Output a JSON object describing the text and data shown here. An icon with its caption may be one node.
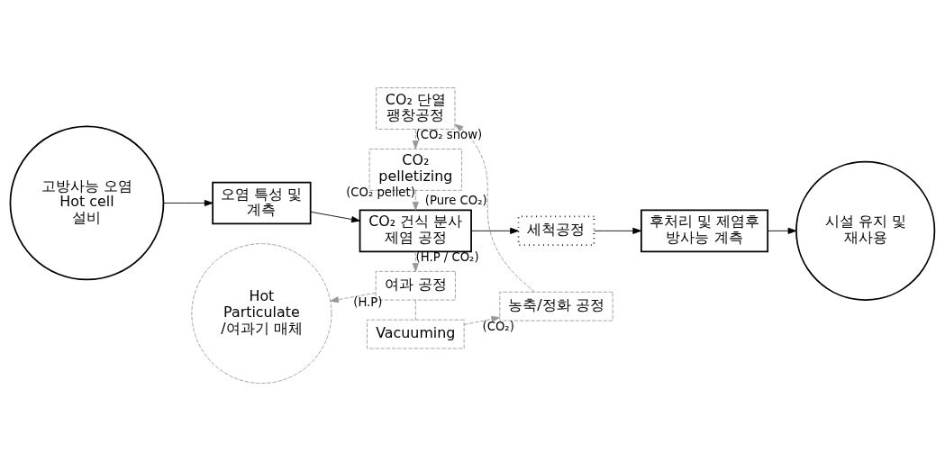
{
  "diagram": {
    "nodes": [
      {
        "text": [
          "고방사능 오염 Hot cell 설비"
        ]
      },
      {
        "text": [
          "오염 특성 및 계측"
        ]
      },
      {
        "text": [
          "CO₂ 건식 분사 제염 공정"
        ]
      },
      {
        "text": [
          "세척공정"
        ]
      },
      {
        "text": [
          "후처리 및 제염후 방사능 계측"
        ]
      },
      {
        "text": [
          "시설 유지 및 재사용"
        ]
      },
      {
        "text": [
          "여과 공정"
        ]
      },
      {
        "text": [
          "Vacuuming"
        ]
      },
      {
        "text": [
          "Hot Particulate /여과기 매체"
        ]
      },
      {
        "text": [
          "농축/정화 공정"
        ]
      },
      {
        "text": [
          "CO₂ pelletizing"
        ]
      },
      {
        "text": [
          "CO₂ 단열 팽창공정"
        ]
      }
    ],
    "edges": [
      {
        "from": 0,
        "to": 1,
        "arrow": "to",
        "color": "#000000"
      },
      {
        "from": 1,
        "to": 2,
        "arrow": "to",
        "color": "#000000"
      },
      {
        "from": 2,
        "to": 3,
        "arrow": "to",
        "color": "#000000"
      },
      {
        "from": 3,
        "to": 4,
        "arrow": "to",
        "color": "#000000"
      },
      {
        "from": 4,
        "to": 5,
        "arrow": "to",
        "color": "#000000"
      },
      {
        "from": 2,
        "to": 6,
        "arrow": "to",
        "label": "(H.P / CO₂)",
        "style": "dashed",
        "color": "#999999"
      },
      {
        "from": 6,
        "to": 7,
        "arrow": "none",
        "style": "dashed",
        "color": "#999999"
      },
      {
        "from": 6,
        "to": 8,
        "arrow": "to",
        "label": "(H.P)",
        "style": "dashed",
        "color": "#999999"
      },
      {
        "from": 7,
        "to": 9,
        "arrow": "to",
        "label": "(CO₂)",
        "style": "dashed",
        "color": "#999999"
      },
      {
        "from": 9,
        "to": 11,
        "arrow": "to",
        "label": "(Pure CO₂)",
        "style": "dashed",
        "color": "#999999"
      },
      {
        "from": 11,
        "to": 10,
        "arrow": "to",
        "label": "(CO₂ snow)",
        "style": "dashed",
        "color": "#999999"
      },
      {
        "from": 10,
        "to": 2,
        "arrow": "to",
        "label": "(CO₂ pellet)",
        "style": "dashed",
        "color": "#999999"
      }
    ]
  }
}
